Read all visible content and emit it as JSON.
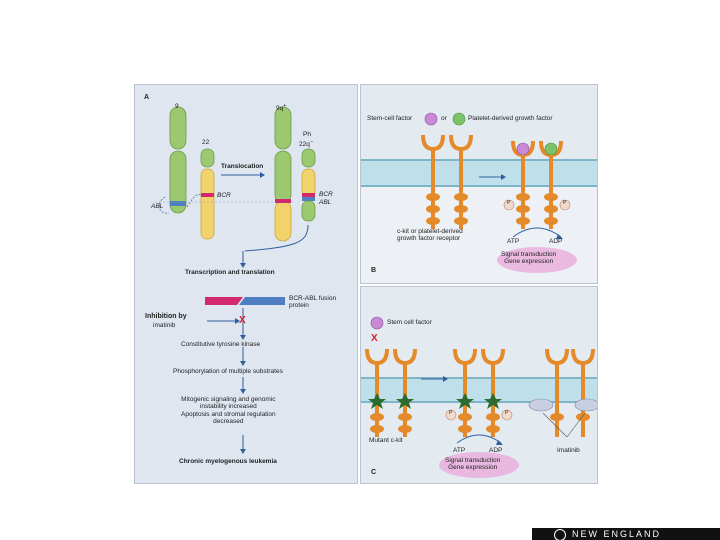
{
  "panelA": {
    "label": "A",
    "chrom9": "9",
    "chrom22": "22",
    "chrom9q": "9q",
    "chrom9q_sup": "+",
    "ph": "Ph",
    "chrom22q": "22q",
    "chrom22q_sup": "−",
    "translocation": "Translocation",
    "bcr": "BCR",
    "abl": "ABL",
    "bcr2": "BCR",
    "abl2": "ABL",
    "transcription": "Transcription and translation",
    "fusion": "BCR-ABL fusion\nprotein",
    "inhibition": "Inhibition by",
    "imatinib": "imatinib",
    "x_mark": "X",
    "step1": "Constitutive tyrosine kinase",
    "step2": "Phosphorylation of multiple substrates",
    "step3": "Mitogenic signaling and genomic\ninstability increased\nApoptosis and stromal regulation\ndecreased",
    "result": "Chronic myelogenous leukemia"
  },
  "panelB": {
    "label": "B",
    "stem_cell": "Stem-cell factor",
    "or": "or",
    "pdgf": "Platelet-derived growth factor",
    "p1": "P",
    "p2": "P",
    "receptor": "c-kit or platelet-derived\ngrowth factor receptor",
    "atp": "ATP",
    "adp": "ADP",
    "signal": "Signal transduction\nGene expression"
  },
  "panelC": {
    "label": "C",
    "stem_cell": "Stem cell factor",
    "x_mark": "X",
    "p1": "P",
    "p2": "P",
    "mutant": "Mutant c-kit",
    "atp": "ATP",
    "adp": "ADP",
    "signal": "Signal transduction\nGene expression",
    "imatinib": "Imatinib"
  },
  "logo_text": "NEW ENGLAND",
  "colors": {
    "chromosome_green": "#9cc870",
    "chromosome_yellow": "#f2d36b",
    "receptor_orange": "#e48a2a",
    "ligand_purple": "#c88ad6",
    "ligand_green": "#7cc26a",
    "fusion_pink": "#d2286e",
    "fusion_blue": "#4f7fc2",
    "inhibit_red": "#d0202a",
    "signal_glow": "#e9a3d8"
  }
}
